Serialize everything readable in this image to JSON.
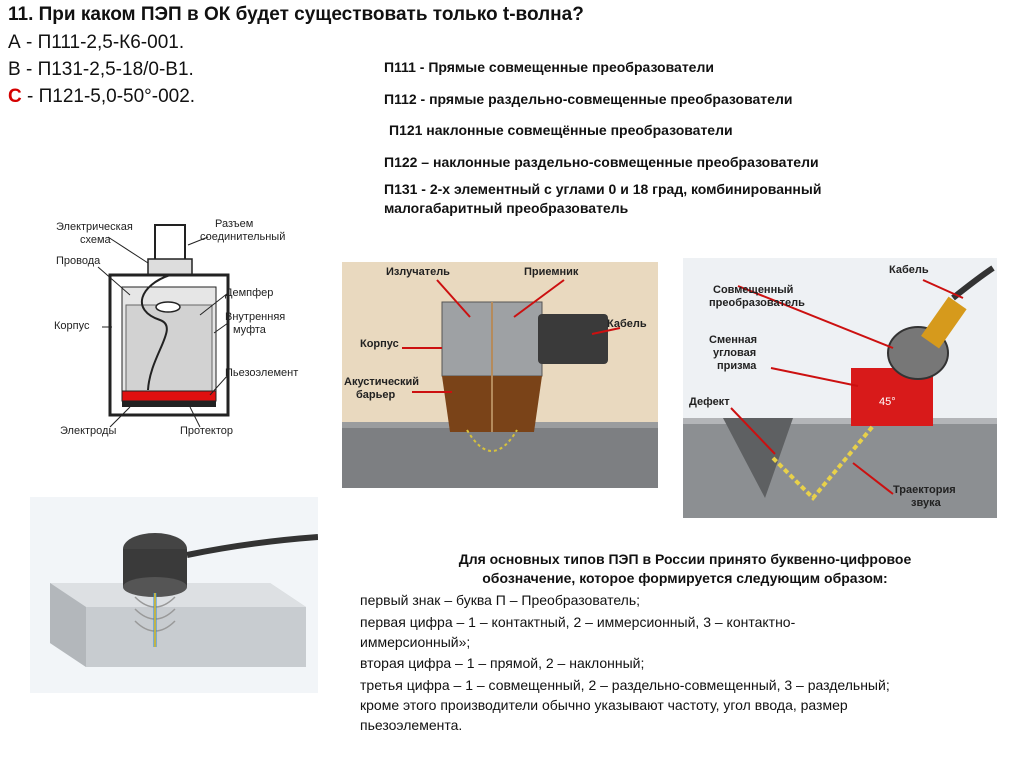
{
  "question": {
    "title": "11. При каком ПЭП в ОК будет существовать только t-волна?",
    "options": [
      {
        "letter": "А",
        "text": " - П111-2,5-К6-001."
      },
      {
        "letter": "В",
        "text": " - П131-2,5-18/0-В1."
      },
      {
        "letter": "С",
        "text": " - П121-5,0-50°-002."
      }
    ]
  },
  "definitions": [
    "П111 - Прямые совмещенные преобразователи",
    "П112 - прямые раздельно-совмещенные преобразователи",
    "П121 наклонные совмещённые преобразователи",
    "П122 – наклонные раздельно-совмещенные преобразователи",
    "П131 - 2-х элементный с углами 0 и 18 град, комбинированный",
    "малогабаритный преобразователь"
  ],
  "diagram1": {
    "labels": {
      "elec_scheme_1": "Электрическая",
      "elec_scheme_2": "схема",
      "connector_1": "Разъем",
      "connector_2": "соединительный",
      "wires": "Провода",
      "damper": "Демпфер",
      "body": "Корпус",
      "inner_sleeve_1": "Внутренняя",
      "inner_sleeve_2": "муфта",
      "piezo": "Пьезоэлемент",
      "electrodes": "Электроды",
      "protector": "Протектор"
    }
  },
  "diagram2": {
    "labels": {
      "emitter": "Излучатель",
      "receiver": "Приемник",
      "body": "Корпус",
      "cable": "Кабель",
      "barrier_1": "Акустический",
      "barrier_2": "барьер"
    }
  },
  "diagram3": {
    "labels": {
      "combined_1": "Совмещенный",
      "combined_2": "преобразователь",
      "cable": "Кабель",
      "prism_1": "Сменная",
      "prism_2": "угловая",
      "prism_3": "призма",
      "defect": "Дефект",
      "angle": "45°",
      "path_1": "Траектория",
      "path_2": "звука"
    }
  },
  "designation": {
    "intro_1": "Для основных типов ПЭП в России принято буквенно-цифровое",
    "intro_2": "обозначение, которое формируется следующим образом:",
    "lines": [
      "первый знак – буква П – Преобразователь;",
      "первая цифра – 1 – контактный, 2 – иммерсионный, 3 – контактно-",
      "иммерсионный»;",
      "вторая цифра – 1 – прямой, 2 – наклонный;",
      "третья цифра – 1 – совмещенный, 2 – раздельно-совмещенный, 3 – раздельный;",
      "кроме этого производители обычно указывают частоту, угол ввода, размер",
      "пьезоэлемента."
    ]
  },
  "colors": {
    "accent_red": "#d40000",
    "steel": "#6f7478",
    "piezo_red": "#e01010"
  }
}
